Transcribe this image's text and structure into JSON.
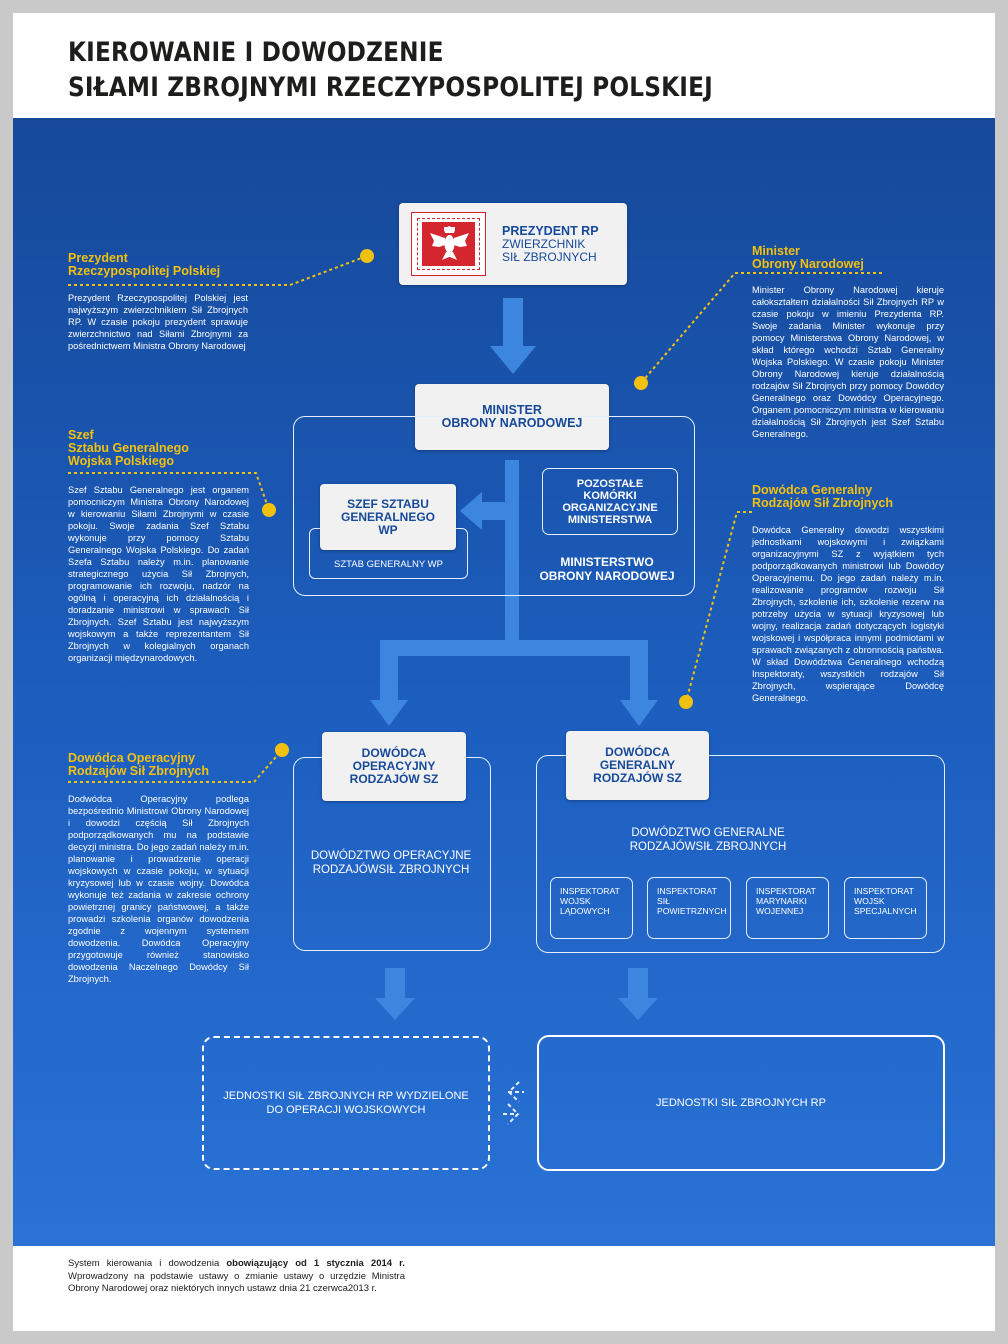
{
  "title": {
    "line1": "KIEROWANIE I DOWODZENIE",
    "line2": "SIŁAMI ZBROJNYMI RZECZYPOSPOLITEJ POLSKIEJ"
  },
  "president_box": {
    "line1": "PREZYDENT RP",
    "line2": "ZWIERZCHNIK",
    "line3": "SIŁ ZBROJNYCH",
    "emblem_icon": "white-eagle-emblem-icon"
  },
  "minister_box": {
    "line1": "MINISTER",
    "line2": "OBRONY NARODOWEJ"
  },
  "chief_of_staff_box": {
    "line1": "SZEF SZTABU",
    "line2": "GENERALNEGO",
    "line3": "WP"
  },
  "general_staff_label": "SZTAB GENERALNY WP",
  "other_units_box": {
    "line1": "POZOSTAŁE",
    "line2": "KOMÓRKI",
    "line3": "ORGANIZACYJNE",
    "line4": "MINISTERSTWA"
  },
  "ministry_label": {
    "line1": "MINISTERSTWO",
    "line2": "OBRONY NARODOWEJ"
  },
  "operational_commander_box": {
    "line1": "DOWÓDCA",
    "line2": "OPERACYJNY",
    "line3": "RODZAJÓW SZ"
  },
  "general_commander_box": {
    "line1": "DOWÓDCA",
    "line2": "GENERALNY",
    "line3": "RODZAJÓW SZ"
  },
  "operational_command_label": {
    "line1": "DOWÓDZTWO OPERACYJNE",
    "line2": "RODZAJÓWSIŁ ZBROJNYCH"
  },
  "general_command_label": {
    "line1": "DOWÓDZTWO GENERALNE",
    "line2": "RODZAJÓWSIŁ ZBROJNYCH"
  },
  "inspectorates": [
    {
      "lines": [
        "INSPEKTORAT",
        "WOJSK",
        "LĄDOWYCH"
      ]
    },
    {
      "lines": [
        "INSPEKTORAT",
        "SIŁ",
        "POWIETRZNYCH"
      ]
    },
    {
      "lines": [
        "INSPEKTORAT",
        "MARYNARKI",
        "WOJENNEJ"
      ]
    },
    {
      "lines": [
        "INSPEKTORAT",
        "WOJSK",
        "SPECJALNYCH"
      ]
    }
  ],
  "units_dedicated_box": {
    "line1": "JEDNOSTKI SIŁ ZBROJNYCH RP WYDZIELONE",
    "line2": "DO OPERACJI WOJSKOWYCH"
  },
  "units_box": "JEDNOSTKI SIŁ ZBROJNYCH RP",
  "side_notes": {
    "president": {
      "title1": "Prezydent",
      "title2": "Rzeczypospolitej  Polskiej",
      "text": "Prezydent Rzeczypospolitej Polskiej jest najwyższym zwierzchnikiem Sił Zbrojnych RP. W czasie pokoju prezydent sprawuje zwierzchnictwo nad Siłami Zbrojnymi za pośrednictwem Ministra Obrony Narodowej"
    },
    "chief_of_staff": {
      "title1": "Szef",
      "title2": "Sztabu Generalnego",
      "title3": "Wojska Polskiego",
      "text": "Szef Sztabu Generalnego jest organem pomocniczym Ministra Obrony Narodowej w kierowaniu Siłami Zbrojnymi w czasie pokoju. Swoje zadania Szef Sztabu wykonuje przy pomocy Sztabu Generalnego Wojska Polskiego. Do zadań Szefa Sztabu należy m.in. planowanie strategicznego użycia Sił Zbrojnych, programowanie ich rozwoju, nadzór na ogólną i operacyjną ich działalnością i doradzanie ministrowi w sprawach Sił Zbrojnych. Szef Sztabu jest najwyższym wojskowym a także reprezentantem Sił Zbrojnych w kolegialnych organach organizacji międzynarodowych."
    },
    "operational_commander": {
      "title1": "Dowódca Operacyjny",
      "title2": "Rodzajów Sił Zbrojnych",
      "text": "Dodwódca Operacyjny podlega bezpośrednio Ministrowi Obrony Narodowej i dowodzi częścią Sił Zbrojnych podporządkowanych mu na podstawie decyzji ministra. Do jego zadań należy m.in. planowanie i prowadzenie operacji wojskowych w czasie pokoju, w sytuacji kryzysowej lub w czasie wojny. Dowódca wykonuje też zadania w zakresie ochrony powietrznej granicy państwowej, a także prowadzi szkolenia organów dowodzenia zgodnie z wojennym systemem dowodzenia. Dowódca Operacyjny przygotowuje również stanowisko dowodzenia Naczelnego Dowódcy Sił Zbrojnych."
    },
    "minister": {
      "title1": "Minister",
      "title2": "Obrony Narodowej",
      "text": "Minister Obrony Narodowej kieruje całokształtem działalności Sił Zbrojnych RP w czasie pokoju w imieniu Prezydenta RP. Swoje zadania Minister wykonuje przy pomocy Ministerstwa Obrony Narodowej, w skład którego wchodzi Sztab Generalny Wojska Polskiego. W czasie pokoju Minister Obrony Narodowej kieruje działalnością rodzajów Sił Zbrojnych przy pomocy Dowódcy Generalnego oraz Dowódcy Operacyjnego. Organem pomocniczym ministra w kierowaniu działalnością Sił Zbrojnych jest Szef Sztabu Generalnego."
    },
    "general_commander": {
      "title1": "Dowódca Generalny",
      "title2": "Rodzajów Sił Zbrojnych",
      "text": "Dowódca Generalny dowodzi wszystkimi jednostkami wojskowymi i związkami organizacyjnymi SZ z wyjątkiem tych podporządkowanych ministrowi lub Dowódcy Operacyjnemu. Do jego zadań należy m.in. realizowanie programów rozwoju Sił Zbrojnych, szkolenie ich, szkolenie rezerw na potrzeby użycia w sytuacji kryzysowej lub wojny, realizacja zadań dotyczących logistyki wojskowej i współpraca innymi podmiotami w sprawach związanych z obronnością państwa. W skład Dowództwa Generalnego wchodzą Inspektoraty, wszystkich rodzajów Sił Zbrojnych, wspierające Dowódcę Generalnego."
    }
  },
  "footer": {
    "part1": "System kierowania i dowodzenia ",
    "bold": "obowiązujący od 1 stycznia 2014 r.",
    "part2": " Wprowadzony na podstawie ustawy o zmianie ustawy o urzędzie Ministra Obrony Narodowej oraz niektórych innych ustawz dnia 21 czerwca2013 r."
  },
  "colors": {
    "panel_top": "#16499a",
    "panel_bottom": "#2a72d6",
    "accent_yellow": "#f2c10f",
    "arrow_blue": "#3d86df",
    "emblem_red": "#d3262e"
  }
}
